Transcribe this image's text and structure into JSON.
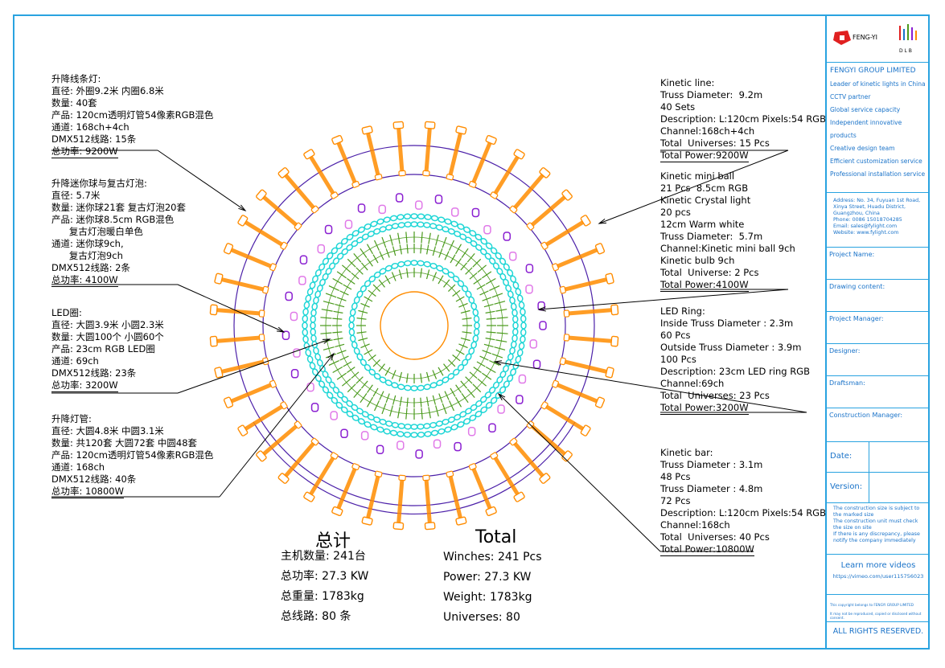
{
  "colors": {
    "frame": "#29a3e0",
    "outer_truss": "#4b1fa8",
    "kinetic_line": "#ff8c00",
    "mini_ball": "#8a1fd1",
    "crystal": "#e079e8",
    "led_ring": "#1fd6d6",
    "kinetic_bar": "#4a9a1c",
    "center_ring": "#ff8c00"
  },
  "left_notes": [
    {
      "lines": [
        "升降线条灯:",
        "直径: 外圈9.2米 内圈6.8米",
        "数量: 40套",
        "产品: 120cm透明灯管54像素RGB混色",
        "通道: 168ch+4ch",
        "DMX512线路: 15条",
        "总功率: 9200W"
      ]
    },
    {
      "lines": [
        "升降迷你球与复古灯泡:",
        "直径: 5.7米",
        "数量: 迷你球21套 复古灯泡20套",
        "产品: 迷你球8.5cm RGB混色",
        "      复古灯泡暖白单色",
        "通道: 迷你球9ch,",
        "      复古灯泡9ch",
        "DMX512线路: 2条",
        "总功率: 4100W"
      ]
    },
    {
      "lines": [
        "LED圈:",
        "直径: 大圆3.9米 小圆2.3米",
        "数量: 大圆100个 小圆60个",
        "产品: 23cm RGB LED圈",
        "通道: 69ch",
        "DMX512线路: 23条",
        "总功率: 3200W"
      ]
    },
    {
      "lines": [
        "升降灯管:",
        "直径: 大圆4.8米 中圆3.1米",
        "数量: 共120套 大圆72套 中圆48套",
        "产品: 120cm透明灯管54像素RGB混色",
        "通道: 168ch",
        "DMX512线路: 40条",
        "总功率: 10800W"
      ]
    }
  ],
  "right_notes": [
    {
      "lines": [
        "Kinetic line:",
        "Truss Diameter:  9.2m",
        "40 Sets",
        "Description: L:120cm Pixels:54 RGB",
        "Channel:168ch+4ch",
        "Total  Universes: 15 Pcs",
        "Total Power:9200W"
      ]
    },
    {
      "lines": [
        "Kinetic mini ball",
        "21 Pcs  8.5cm RGB",
        "Kinetic Crystal light",
        "20 pcs",
        "12cm Warm white",
        "Truss Diameter:  5.7m",
        "Channel:Kinetic mini ball 9ch",
        "Kinetic bulb 9ch",
        "Total  Universe: 2 Pcs",
        "Total Power:4100W"
      ]
    },
    {
      "lines": [
        "LED Ring:",
        "Inside Truss Diameter : 2.3m",
        "60 Pcs",
        "Outside Truss Diameter : 3.9m",
        "100 Pcs",
        "Description: 23cm LED ring RGB",
        "Channel:69ch",
        "Total  Universes: 23 Pcs",
        "Total Power:3200W"
      ]
    },
    {
      "lines": [
        "Kinetic bar:",
        "Truss Diameter : 3.1m",
        "48 Pcs",
        "Truss Diameter : 4.8m",
        "72 Pcs",
        "Description: L:120cm Pixels:54 RGB",
        "Channel:168ch",
        "Total  Universes: 40 Pcs",
        "Total Power:10800W"
      ]
    }
  ],
  "summary_cn": {
    "title": "总计",
    "lines": [
      "主机数量: 241台",
      "总功率: 27.3 KW",
      "总重量: 1783kg",
      "总线路: 80 条"
    ]
  },
  "summary_en": {
    "title": "Total",
    "lines": [
      "Winches: 241 Pcs",
      "Power: 27.3 KW",
      "Weight: 1783kg",
      "Universes: 80"
    ]
  },
  "title_block": {
    "logo_fengyi": "FENG-YI",
    "logo_dlb": "D L B",
    "company": "FENGYI GROUP LIMITED",
    "features": [
      "Leader of kinetic lights in China",
      "CCTV partner",
      "Global service capacity",
      "Independent innovative products",
      "Creative design team",
      "Efficient customization service",
      "Professional installation service"
    ],
    "address_lines": [
      "Address: No. 34, Fuyuan 1st Road,",
      "Xinya Street,  Huadu District,",
      "Guangzhou, China",
      "Phone:  0086 15018704285",
      "Email: sales@fylight.com",
      "Website: www.fylight.com"
    ],
    "fields": [
      "Project Name:",
      "Drawing content:",
      "Project Manager:",
      "Designer:",
      "Draftsman:",
      "Construction Manager:"
    ],
    "date_label": "Date:",
    "version_label": "Version:",
    "notice_lines": [
      "The construction size is subject to",
      "the marked size",
      "The construction unit must check",
      "the size on site",
      "If there is any discrepancy, please",
      "notify the company immediately"
    ],
    "videos_title": "Learn more videos",
    "videos_url": "https://vimeo.com/user115756023",
    "copyright_1": "This copyright belongs to FENGYI GROUP LIMITED",
    "copyright_2": "It may not be reproduced, copied or disclosed without consent.",
    "rights": "ALL  RIGHTS  RESERVED."
  }
}
